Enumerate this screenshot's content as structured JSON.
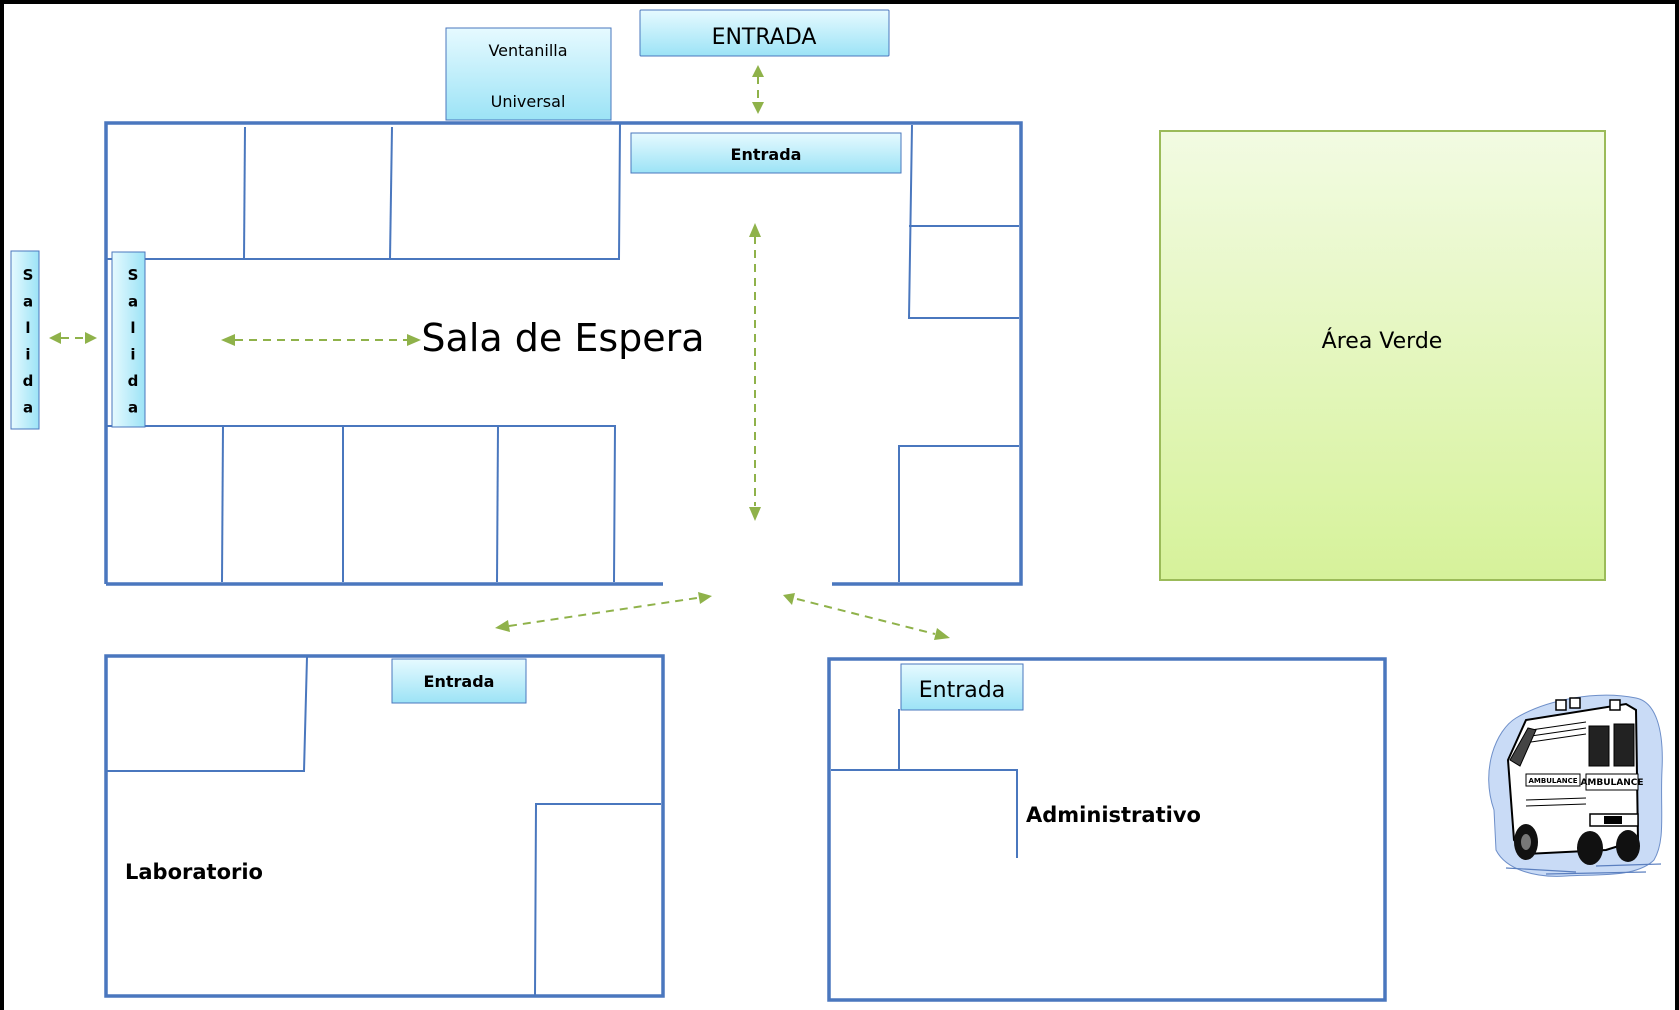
{
  "labels": {
    "entrada_main": "ENTRADA",
    "ventanilla_line1": "Ventanilla",
    "ventanilla_line2": "Universal",
    "entrada_building": "Entrada",
    "salida_outer": "Salida",
    "salida_inner": "Salida",
    "sala_de_espera": "Sala de Espera",
    "area_verde": "Área Verde",
    "entrada_lab": "Entrada",
    "entrada_admin": "Entrada",
    "laboratorio": "Laboratorio",
    "administrativo": "Administrativo"
  },
  "colors": {
    "wall": "#4A77BE",
    "arrow": "#8FB24A",
    "green_area_top": "#F2FBE2",
    "green_area_bottom": "#D6F29A",
    "cyan_box_top": "#E6FAFF",
    "cyan_box_bottom": "#9CE3F6"
  },
  "icons": {
    "ambulance": "ambulance-icon"
  }
}
